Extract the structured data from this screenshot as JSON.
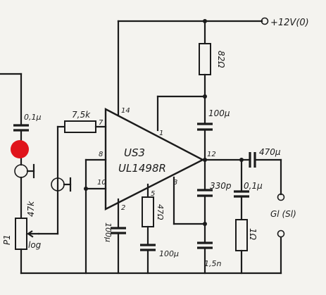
{
  "supply": {
    "label": "+12V(0)"
  },
  "chip": {
    "name": "US3",
    "part": "UL1498R"
  },
  "pins": {
    "p14": "14",
    "p7": "7",
    "p8": "8",
    "p10": "10",
    "p1": "1",
    "p12": "12",
    "p2": "2",
    "p5": "5",
    "p3": "3"
  },
  "components": {
    "r_supply": "82Ω",
    "c_top": "100μ",
    "r_input": "7,5k",
    "c_input": "0,1μ",
    "c_pin2": "100μ",
    "r_pin5": "47Ω",
    "c_pin5": "100μ",
    "c_330p": "330p",
    "c_1_5": "1,5n",
    "c_output": "470μ",
    "c_01_out": "0,1μ",
    "r_1": "1Ω",
    "pot_name": "P1",
    "pot_value": "47k",
    "pot_taper": "log"
  },
  "output": {
    "label": "Gl (Sl)"
  },
  "colors": {
    "marker": "#e0141b",
    "ink": "#1b1b1b",
    "paper": "#f4f3ef"
  }
}
